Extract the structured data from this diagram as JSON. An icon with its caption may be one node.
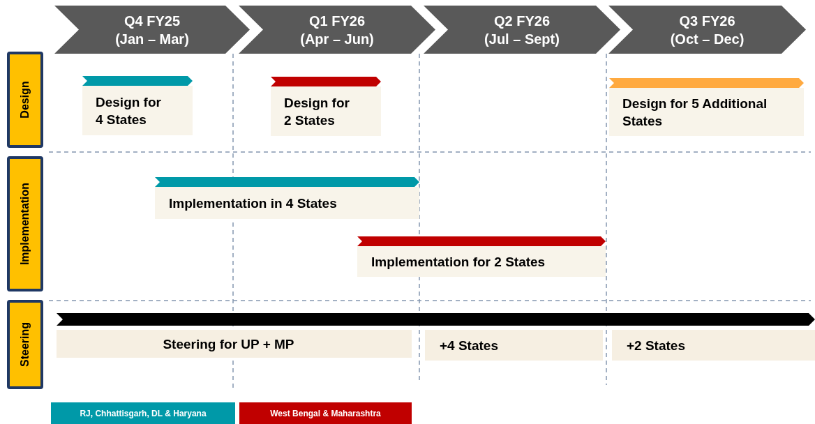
{
  "diagram": {
    "nodes": [
      {
        "text": [
          "Q4 FY25",
          "(Jan – Mar)"
        ]
      },
      {
        "text": [
          "Q1 FY26",
          "(Apr – Jun)"
        ]
      },
      {
        "text": [
          "Q2 FY26",
          "(Jul – Sept)"
        ]
      },
      {
        "text": [
          "Q3 FY26",
          "(Oct – Dec)"
        ]
      },
      {
        "text": [
          "Design"
        ]
      },
      {
        "text": [
          "Implementation"
        ]
      },
      {
        "text": [
          "Steering"
        ]
      },
      {
        "text": [
          "Design for 4 States"
        ]
      },
      {
        "text": [
          "Design for 2 States"
        ]
      },
      {
        "text": [
          "Design for 5 Additional States"
        ]
      },
      {
        "text": [
          "Implementation in 4 States"
        ]
      },
      {
        "text": [
          "Implementation for 2 States"
        ]
      },
      {
        "text": [
          "Steering for UP + MP"
        ]
      },
      {
        "text": [
          "+4 States"
        ]
      },
      {
        "text": [
          "+2 States"
        ]
      },
      {
        "text": [],
        "shape": "bar"
      },
      {
        "text": [],
        "shape": "bar"
      },
      {
        "text": [],
        "shape": "bar"
      },
      {
        "text": [],
        "shape": "bar"
      },
      {
        "text": [],
        "shape": "bar"
      },
      {
        "text": [],
        "shape": "bar"
      }
    ],
    "edges": [],
    "legend": [
      {
        "text": "RJ, Chhattisgarh, DL & Haryana",
        "color": "#0099a8"
      },
      {
        "text": "West Bengal & Maharashtra",
        "color": "#c00000"
      }
    ]
  }
}
